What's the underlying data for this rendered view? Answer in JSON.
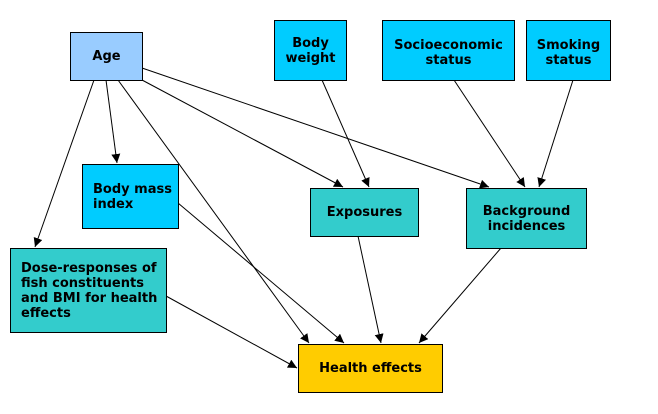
{
  "colors": {
    "light_blue": "#99ccff",
    "cyan": "#00ccff",
    "teal": "#33cccc",
    "gold": "#ffcc00",
    "edge": "#000000"
  },
  "nodes": {
    "age": {
      "label": "Age",
      "color": "light_blue"
    },
    "body_weight": {
      "label": "Body weight",
      "color": "cyan"
    },
    "socioeconomic": {
      "label": "Socioeconomic status",
      "color": "cyan"
    },
    "smoking": {
      "label": "Smoking status",
      "color": "cyan"
    },
    "bmi": {
      "label": "Body mass index",
      "color": "cyan"
    },
    "exposures": {
      "label": "Exposures",
      "color": "teal"
    },
    "background": {
      "label": "Background incidences",
      "color": "teal"
    },
    "dose": {
      "label": "Dose-responses of fish constituents and BMI for health effects",
      "color": "teal"
    },
    "health": {
      "label": "Health effects",
      "color": "gold"
    }
  },
  "edges": [
    {
      "from": "age",
      "to": "bmi"
    },
    {
      "from": "age",
      "to": "dose"
    },
    {
      "from": "age",
      "to": "health"
    },
    {
      "from": "age",
      "to": "exposures"
    },
    {
      "from": "age",
      "to": "background"
    },
    {
      "from": "body_weight",
      "to": "exposures"
    },
    {
      "from": "socioeconomic",
      "to": "background"
    },
    {
      "from": "smoking",
      "to": "background"
    },
    {
      "from": "bmi",
      "to": "health"
    },
    {
      "from": "exposures",
      "to": "health"
    },
    {
      "from": "background",
      "to": "health"
    },
    {
      "from": "dose",
      "to": "health"
    }
  ]
}
